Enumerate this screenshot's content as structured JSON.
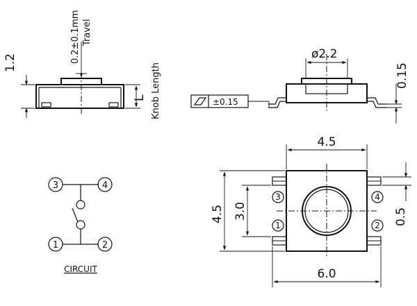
{
  "side_view": {
    "dim_height": "1.2",
    "dim_travel": "0.2±0.1mm",
    "label_travel": "Travel",
    "dim_knob": "L",
    "label_knob": "Knob Length"
  },
  "front_view": {
    "dim_diameter": "ø2.2",
    "dim_lead": "0.15",
    "flatness_value": "±0.15"
  },
  "top_view": {
    "dim_body_width": "4.5",
    "dim_body_height": "4.5",
    "dim_pin_span": "3.0",
    "dim_overall_width": "6.0",
    "dim_pin_width": "0.5",
    "pin_1": "1",
    "pin_2": "2",
    "pin_3": "3",
    "pin_4": "4"
  },
  "circuit": {
    "title": "CIRCUIT",
    "pin_1": "1",
    "pin_2": "2",
    "pin_3": "3",
    "pin_4": "4"
  }
}
